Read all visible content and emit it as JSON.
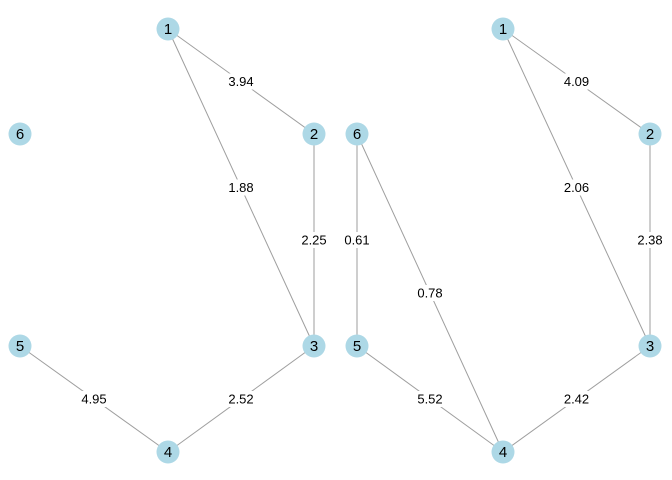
{
  "graphs": [
    {
      "nodes": [
        {
          "id": "1",
          "label": "1"
        },
        {
          "id": "2",
          "label": "2"
        },
        {
          "id": "3",
          "label": "3"
        },
        {
          "id": "4",
          "label": "4"
        },
        {
          "id": "5",
          "label": "5"
        },
        {
          "id": "6",
          "label": "6"
        }
      ],
      "edges": [
        {
          "from": "1",
          "to": "2",
          "weight": "3.94"
        },
        {
          "from": "1",
          "to": "3",
          "weight": "1.88"
        },
        {
          "from": "2",
          "to": "3",
          "weight": "2.25"
        },
        {
          "from": "3",
          "to": "4",
          "weight": "2.52"
        },
        {
          "from": "4",
          "to": "5",
          "weight": "4.95"
        }
      ]
    },
    {
      "nodes": [
        {
          "id": "1",
          "label": "1"
        },
        {
          "id": "2",
          "label": "2"
        },
        {
          "id": "3",
          "label": "3"
        },
        {
          "id": "4",
          "label": "4"
        },
        {
          "id": "5",
          "label": "5"
        },
        {
          "id": "6",
          "label": "6"
        }
      ],
      "edges": [
        {
          "from": "1",
          "to": "2",
          "weight": "4.09"
        },
        {
          "from": "1",
          "to": "3",
          "weight": "2.06"
        },
        {
          "from": "2",
          "to": "3",
          "weight": "2.38"
        },
        {
          "from": "3",
          "to": "4",
          "weight": "2.42"
        },
        {
          "from": "4",
          "to": "5",
          "weight": "5.52"
        },
        {
          "from": "4",
          "to": "6",
          "weight": "0.78"
        },
        {
          "from": "5",
          "to": "6",
          "weight": "0.61"
        }
      ]
    }
  ],
  "colors": {
    "node_fill": "#add8e6",
    "edge_stroke": "#9e9e9e",
    "text": "#000000"
  }
}
